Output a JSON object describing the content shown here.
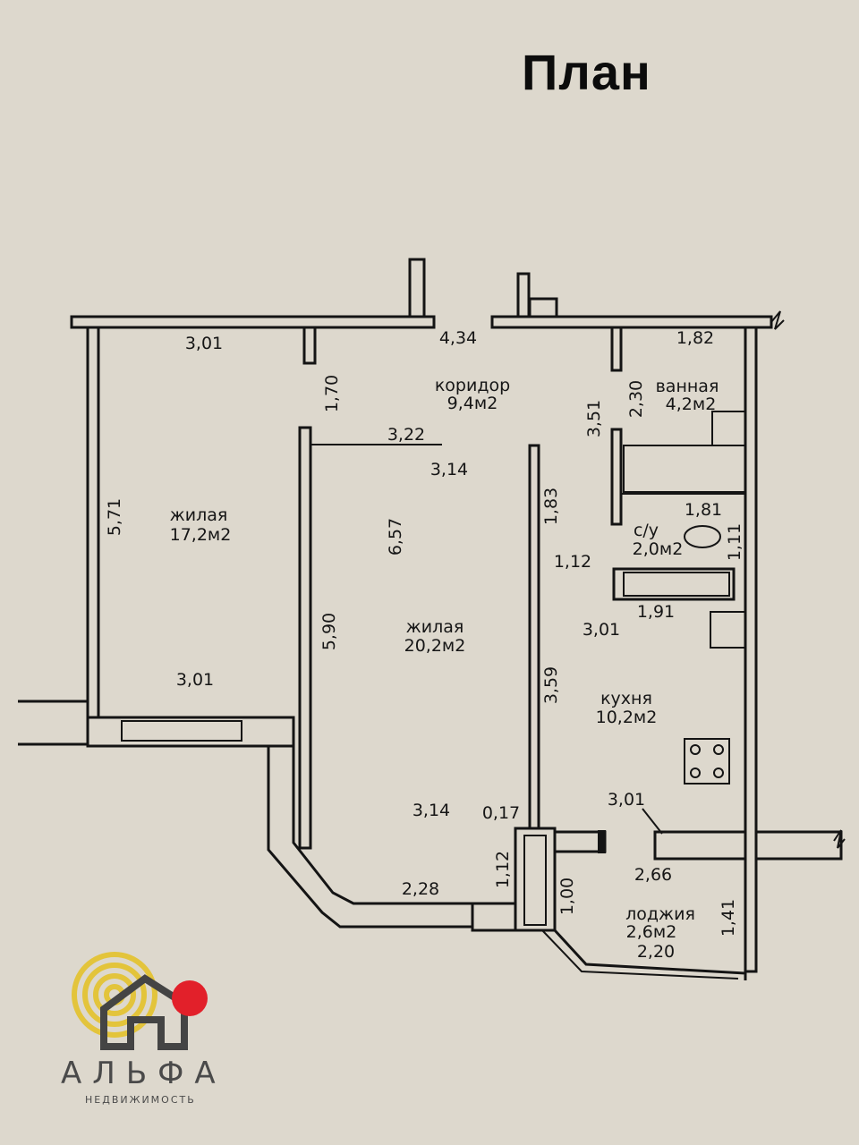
{
  "title": "План",
  "rooms": [
    {
      "id": "corridor",
      "name": "коридор",
      "area": "9,4м2"
    },
    {
      "id": "bath",
      "name": "ванная",
      "area": "4,2м2"
    },
    {
      "id": "living1",
      "name": "жилая",
      "area": "17,2м2"
    },
    {
      "id": "living2",
      "name": "жилая",
      "area": "20,2м2"
    },
    {
      "id": "wc",
      "name": "с/у",
      "area": "2,0м2"
    },
    {
      "id": "kitchen",
      "name": "кухня",
      "area": "10,2м2"
    },
    {
      "id": "loggia",
      "name": "лоджия",
      "area": "2,6м2"
    }
  ],
  "dimensions": [
    "3,01",
    "4,34",
    "1,82",
    "1,70",
    "2,30",
    "3,51",
    "3,22",
    "3,14",
    "5,71",
    "6,57",
    "1,83",
    "1,81",
    "1,11",
    "1,12",
    "1,91",
    "3,01",
    "5,90",
    "3,59",
    "3,01",
    "3,14",
    "0,17",
    "3,01",
    "2,66",
    "1,12",
    "1,00",
    "2,28",
    "1,41",
    "2,20"
  ],
  "logo": {
    "name": "АЛЬФА",
    "subtitle": "НЕДВИЖИМОСТЬ",
    "colors": {
      "ring": "#e3c43b",
      "house": "#444444",
      "dot": "#e2202a"
    }
  }
}
